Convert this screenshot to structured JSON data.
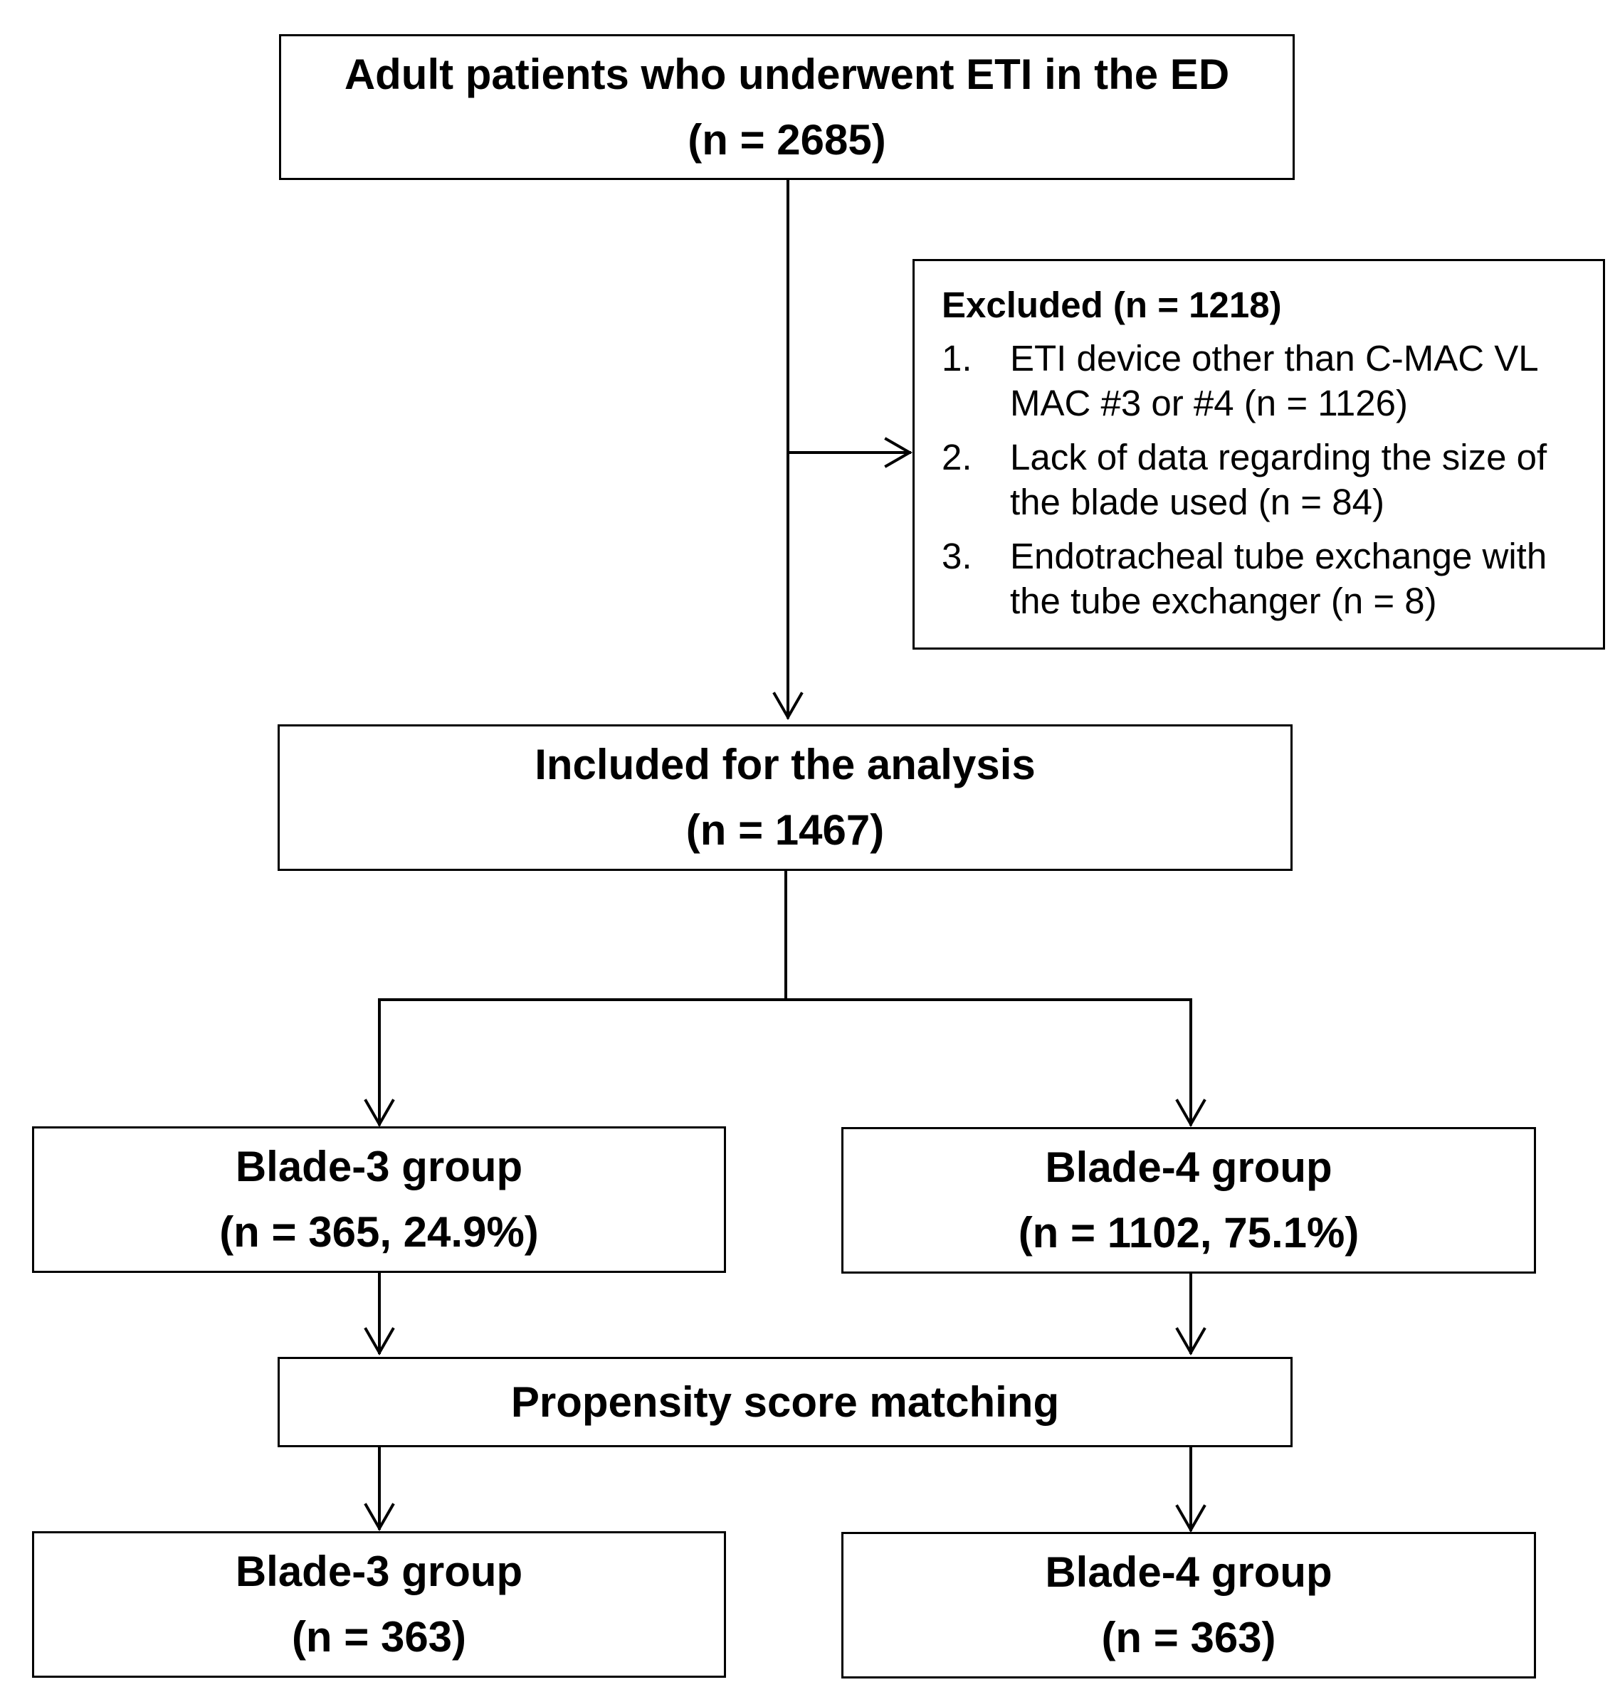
{
  "top_box": {
    "line1": "Adult patients who underwent ETI in the ED",
    "line2": "(n = 2685)"
  },
  "excluded_box": {
    "heading": "Excluded (n = 1218)",
    "items": [
      {
        "num": "1.",
        "text": "ETI device other than C-MAC VL MAC #3 or #4 (n = 1126)"
      },
      {
        "num": "2.",
        "text": "Lack of data regarding the size of the blade used (n = 84)"
      },
      {
        "num": "3.",
        "text": "Endotracheal tube exchange with the tube exchanger (n = 8)"
      }
    ]
  },
  "included_box": {
    "line1": "Included for the analysis",
    "line2": "(n = 1467)"
  },
  "blade3_box": {
    "line1": "Blade-3 group",
    "line2": "(n = 365, 24.9%)"
  },
  "blade4_box": {
    "line1": "Blade-4 group",
    "line2": "(n = 1102, 75.1%)"
  },
  "psm_box": {
    "label": "Propensity score matching"
  },
  "blade3_matched_box": {
    "line1": "Blade-3 group",
    "line2": "(n = 363)"
  },
  "blade4_matched_box": {
    "line1": "Blade-4 group",
    "line2": "(n = 363)"
  }
}
